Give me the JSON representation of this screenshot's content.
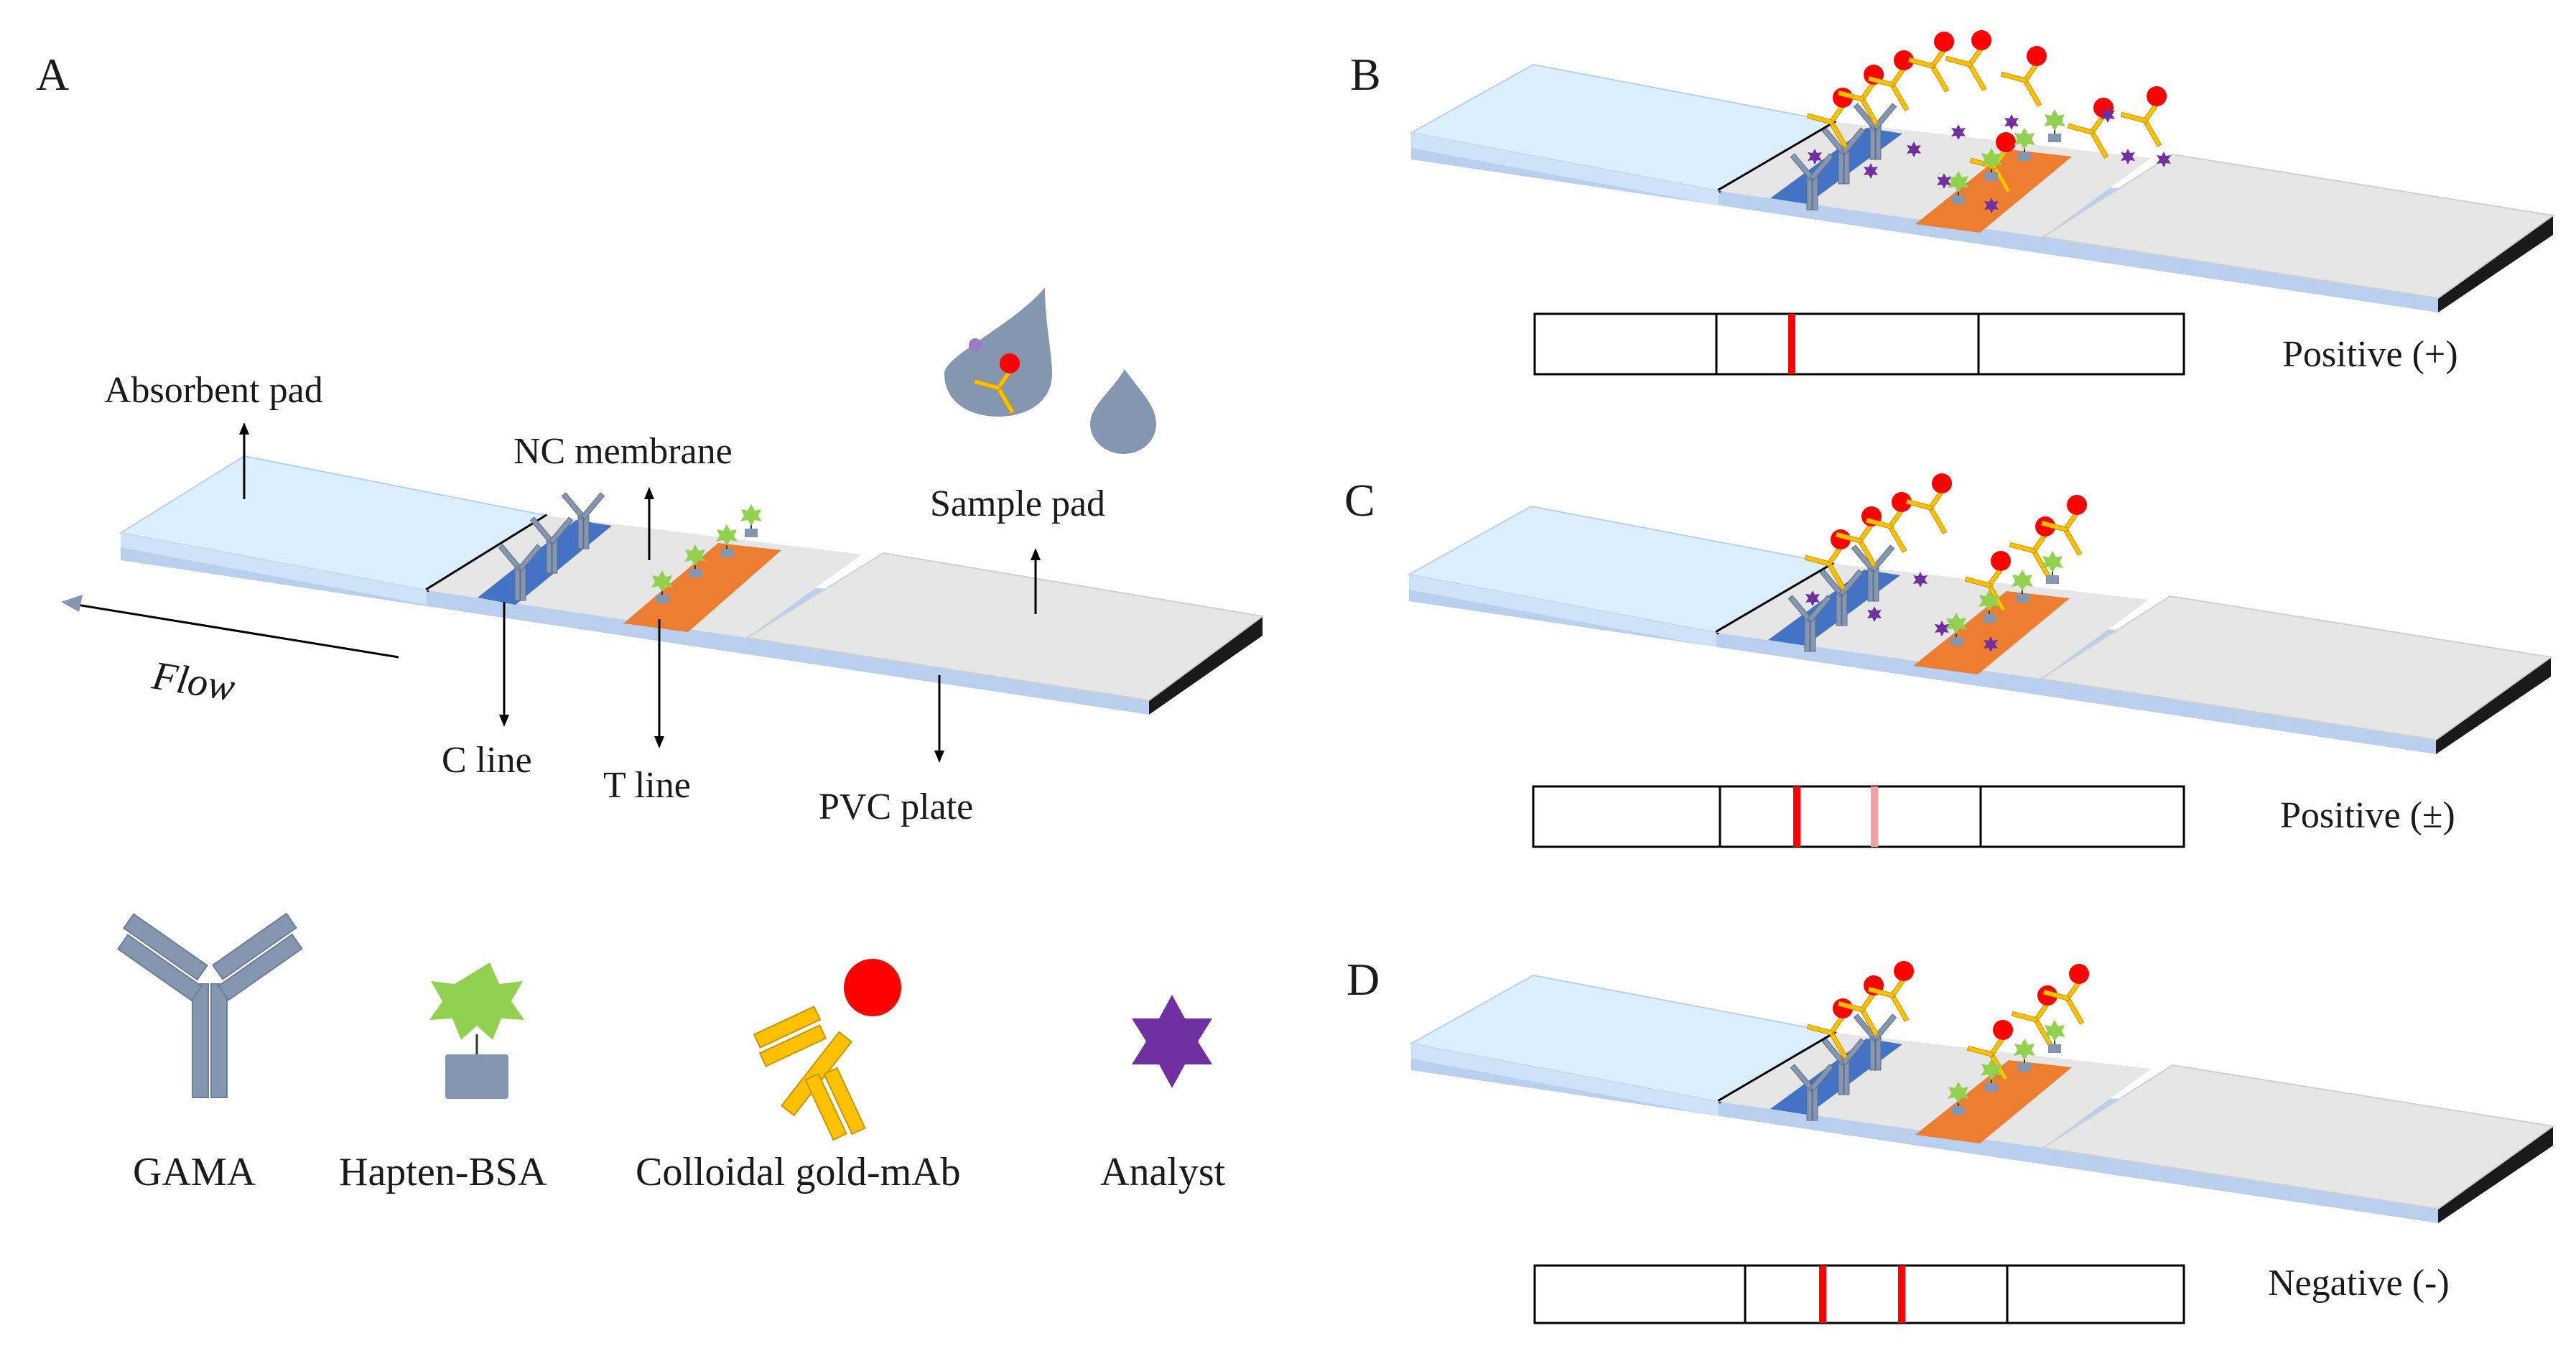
{
  "panels": {
    "a": "A",
    "b": "B",
    "c": "C",
    "d": "D"
  },
  "labels": {
    "absorbent_pad": "Absorbent pad",
    "nc_membrane": "NC membrane",
    "sample_pad": "Sample pad",
    "flow": "Flow",
    "c_line": "C line",
    "t_line": "T line",
    "pvc_plate": "PVC plate"
  },
  "legend": {
    "gama": "GAMA",
    "hapten_bsa": "Hapten-BSA",
    "gold_mab": "Colloidal gold-mAb",
    "analyst": "Analyst"
  },
  "results": {
    "b": "Positive (+)",
    "c": "Positive (±)",
    "d": "Negative (-)"
  },
  "colors": {
    "absorbent_pad": "#dcefff",
    "membrane": "#e6e6e6",
    "pvc_plate": "#b8d0ee",
    "c_line": "#4472c4",
    "t_line": "#ed7d31",
    "gama": "#8496b0",
    "hapten": "#92d050",
    "gold_particle": "#ff0000",
    "mab": "#ffc000",
    "analyte": "#7030a0",
    "result_line": "#ff0000",
    "result_line_faint": "#f4a0a0"
  }
}
